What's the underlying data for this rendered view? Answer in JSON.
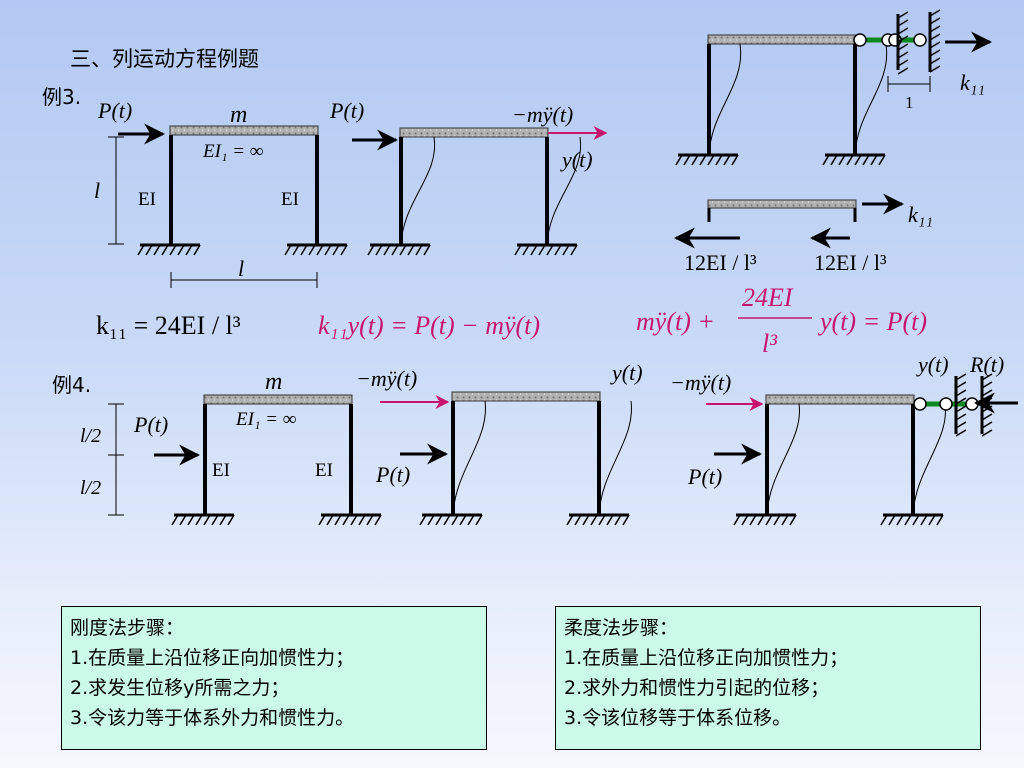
{
  "title": "三、列运动方程例题",
  "example3": {
    "label": "例3.",
    "load": "P(t)",
    "mass": "m",
    "beam_rigidity": "EI₁ = ∞",
    "column_left": "EI",
    "column_right": "EI",
    "height": "l",
    "span": "l",
    "deformed_load": "P(t)",
    "inertia_force": "−mÿ(t)",
    "displacement": "y(t)",
    "unit_disp": "1",
    "stiffness_top": "k₁₁",
    "stiffness_fbd": "k₁₁",
    "shear_left": "12EI / l³",
    "shear_right": "12EI / l³",
    "eq_k11": "k₁₁ = 24EI / l³",
    "eq_balance": "k₁₁y(t) = P(t) − mÿ(t)",
    "eq_motion_left": "mÿ(t) +",
    "eq_motion_num": "24EI",
    "eq_motion_den": "l³",
    "eq_motion_right": "y(t) = P(t)"
  },
  "example4": {
    "label": "例4.",
    "load": "P(t)",
    "mass": "m",
    "beam_rigidity": "EI₁ = ∞",
    "column_left": "EI",
    "column_right": "EI",
    "half_upper": "l/2",
    "half_lower": "l/2",
    "inertia_force_mid": "−mÿ(t)",
    "displacement_mid": "y(t)",
    "load_mid": "P(t)",
    "inertia_force_right": "−mÿ(t)",
    "load_right": "P(t)",
    "displacement_right": "y(t)",
    "reaction": "R(t)"
  },
  "stiffness_method": {
    "title": "刚度法步骤：",
    "steps": [
      "1.在质量上沿位移正向加惯性力；",
      "2.求发生位移y所需之力；",
      "3.令该力等于体系外力和惯性力。"
    ]
  },
  "flexibility_method": {
    "title": "柔度法步骤：",
    "steps": [
      "1.在质量上沿位移正向加惯性力；",
      "2.求外力和惯性力引起的位移；",
      "3.令该位移等于体系位移。"
    ]
  },
  "colors": {
    "background_top": "#b3c9f3",
    "inertia_arrow": "#c8146e",
    "link_green": "#0a8a1e",
    "box_fill": "#ccfae8",
    "beam_fill": "#a9a9a9"
  }
}
